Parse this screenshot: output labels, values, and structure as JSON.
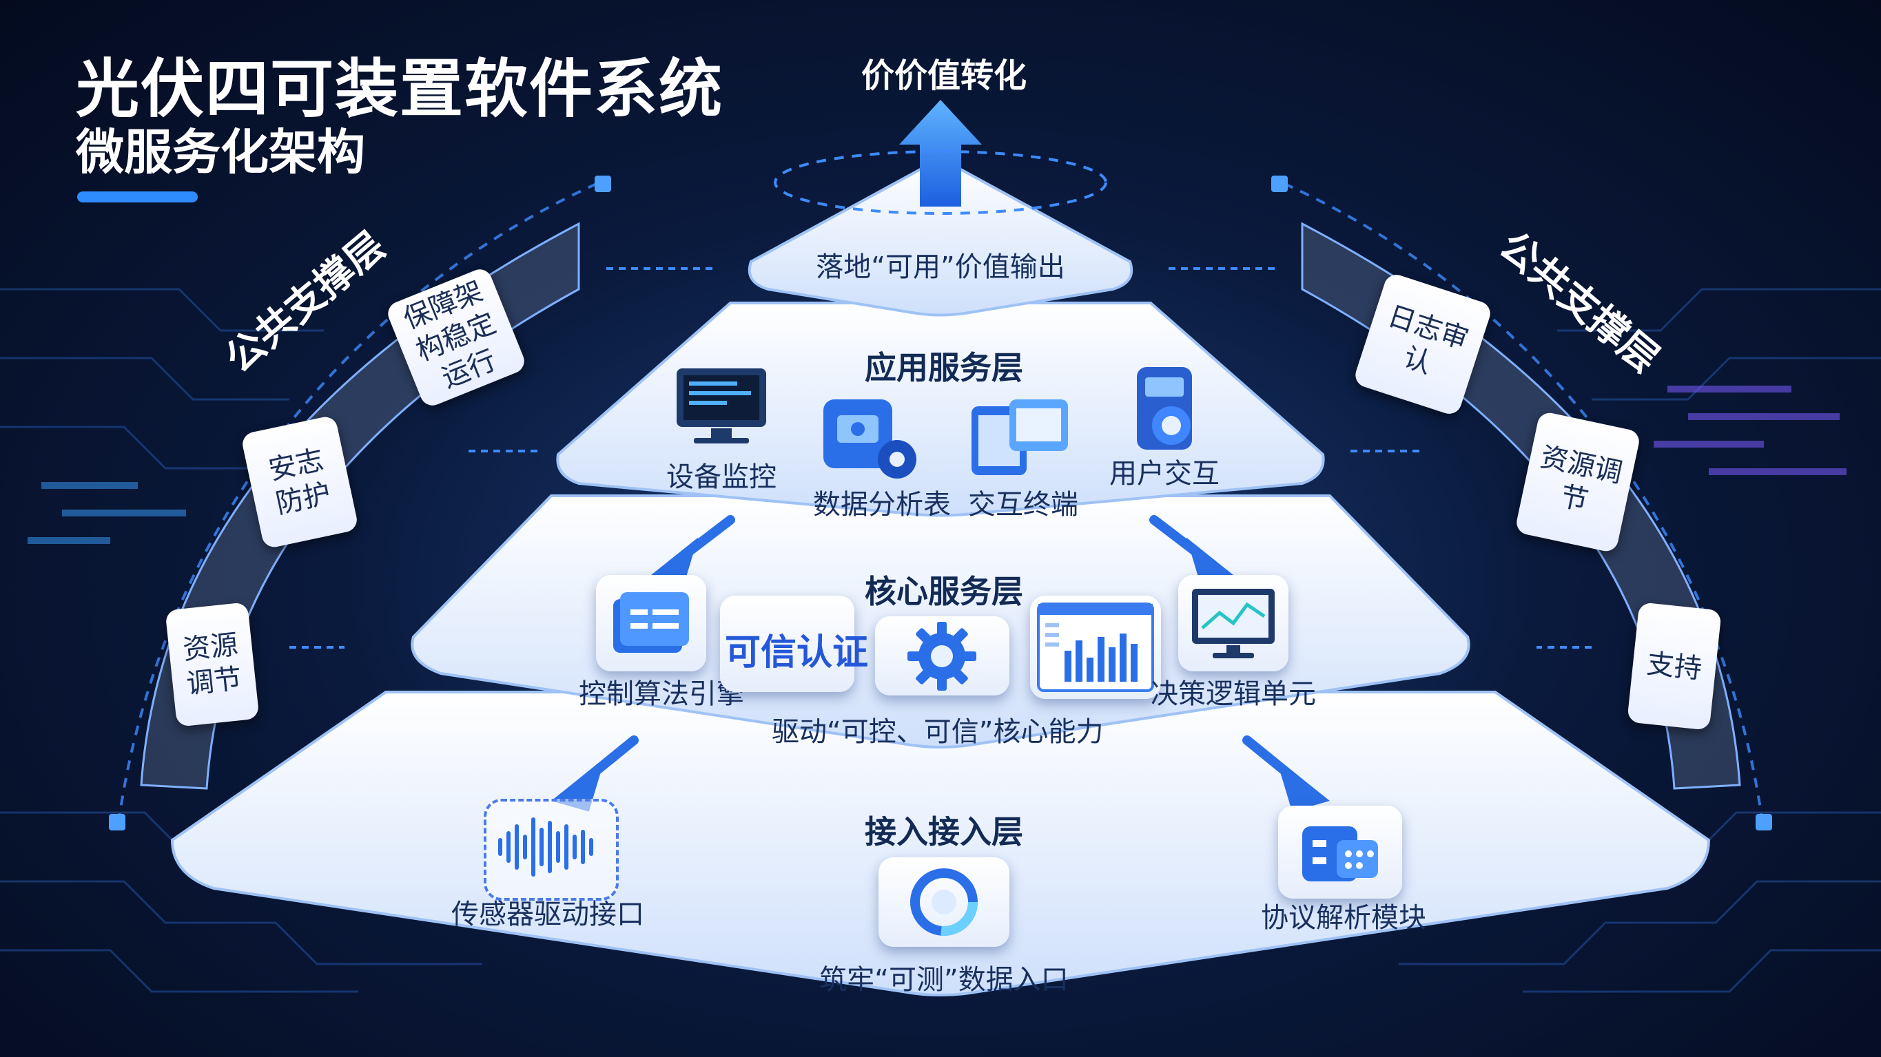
{
  "title": {
    "main": "光伏四可装置软件系统",
    "sub": "微服务化架构"
  },
  "top": {
    "label": "价价值转化",
    "apex_text": "落地“可用”价值输出"
  },
  "application_layer": {
    "title": "应用服务层",
    "items": [
      {
        "label": "设备监控",
        "icon": "monitor-icon"
      },
      {
        "label": "数据分析表",
        "icon": "data-analysis-icon"
      },
      {
        "label": "交互终端",
        "icon": "terminal-icon"
      },
      {
        "label": "用户交互",
        "icon": "user-interaction-icon"
      }
    ]
  },
  "core_layer": {
    "title": "核心服务层",
    "items": [
      {
        "label": "控制算法引擎",
        "icon": "engine-icon"
      },
      {
        "label": "可信认证",
        "icon": "trust-text-tile"
      },
      {
        "label": "",
        "icon": "gear-icon"
      },
      {
        "label": "",
        "icon": "dashboard-icon"
      },
      {
        "label": "决策逻辑单元",
        "icon": "chart-monitor-icon"
      }
    ],
    "caption": "驱动“可控、可信”核心能力"
  },
  "access_layer": {
    "title": "接入接入层",
    "items": [
      {
        "label": "传感器驱动接口",
        "icon": "waveform-icon"
      },
      {
        "label": "",
        "icon": "ring-icon"
      },
      {
        "label": "协议解析模块",
        "icon": "protocol-icon"
      }
    ],
    "caption": "筑牢“可测”数据入口"
  },
  "left_support": {
    "title": "公共支撑层",
    "items": [
      {
        "label": "保障架构稳定运行"
      },
      {
        "label": "安志防护"
      },
      {
        "label": "资源调节"
      }
    ]
  },
  "right_support": {
    "title": "公共支撑层",
    "items": [
      {
        "label": "日志审认"
      },
      {
        "label": "资源调节"
      },
      {
        "label": "支持"
      }
    ]
  },
  "colors": {
    "accent": "#2f8cff",
    "arrow": "#2b6fe6",
    "text_dark": "#132a55",
    "background": "#0a1a3d"
  }
}
